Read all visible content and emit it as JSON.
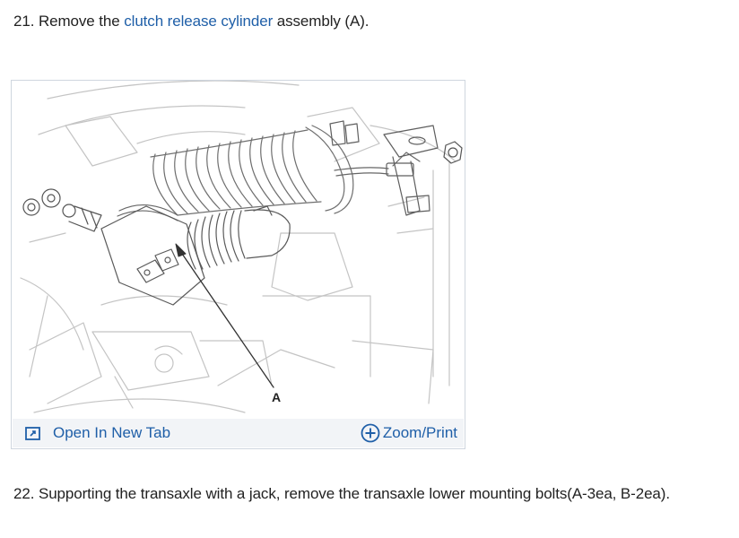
{
  "step21": {
    "prefix": "21. Remove the ",
    "link": "clutch release cylinder",
    "suffix": " assembly (A)."
  },
  "figure": {
    "callout_label": "A",
    "open_tab_label": "Open In New Tab",
    "zoom_print_label": "Zoom/Print",
    "icons": {
      "open_tab": "open-in-new-tab-icon",
      "zoom": "plus-circle-icon"
    }
  },
  "step22": {
    "text": "22. Supporting the transaxle with a jack, remove the transaxle lower mounting bolts(A-3ea, B-2ea)."
  },
  "colors": {
    "link": "#1f5fa8",
    "text": "#222222",
    "toolbar_bg": "#f2f4f7",
    "border": "#cfd6df"
  }
}
